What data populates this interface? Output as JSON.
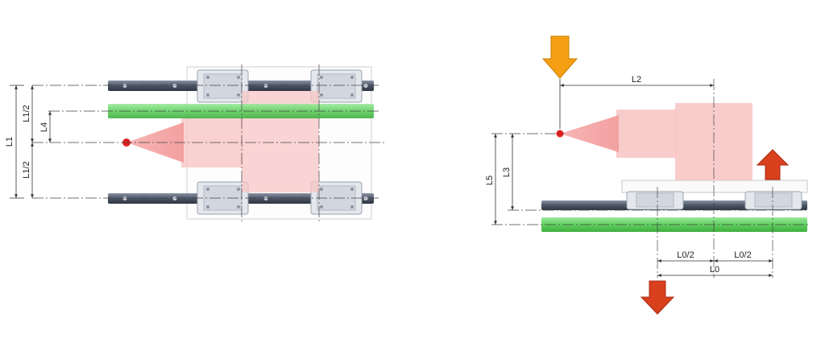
{
  "left_view": {
    "dims": {
      "l1": "L1",
      "l1_half_top": "L1/2",
      "l1_half_bottom": "L1/2",
      "l4": "L4"
    }
  },
  "right_view": {
    "dims": {
      "l2": "L2",
      "l3": "L3",
      "l5": "L5",
      "l0_half_left": "L0/2",
      "l0_half_right": "L0/2",
      "l0": "L0"
    }
  },
  "colors": {
    "load_arrow": "#f5a014",
    "reaction_arrow": "#d8401e",
    "green_rod": "#6fd36f",
    "pink_body": "#f8c6c6",
    "tool_tip": "#e02020",
    "rail_dark": "#4a5566"
  }
}
